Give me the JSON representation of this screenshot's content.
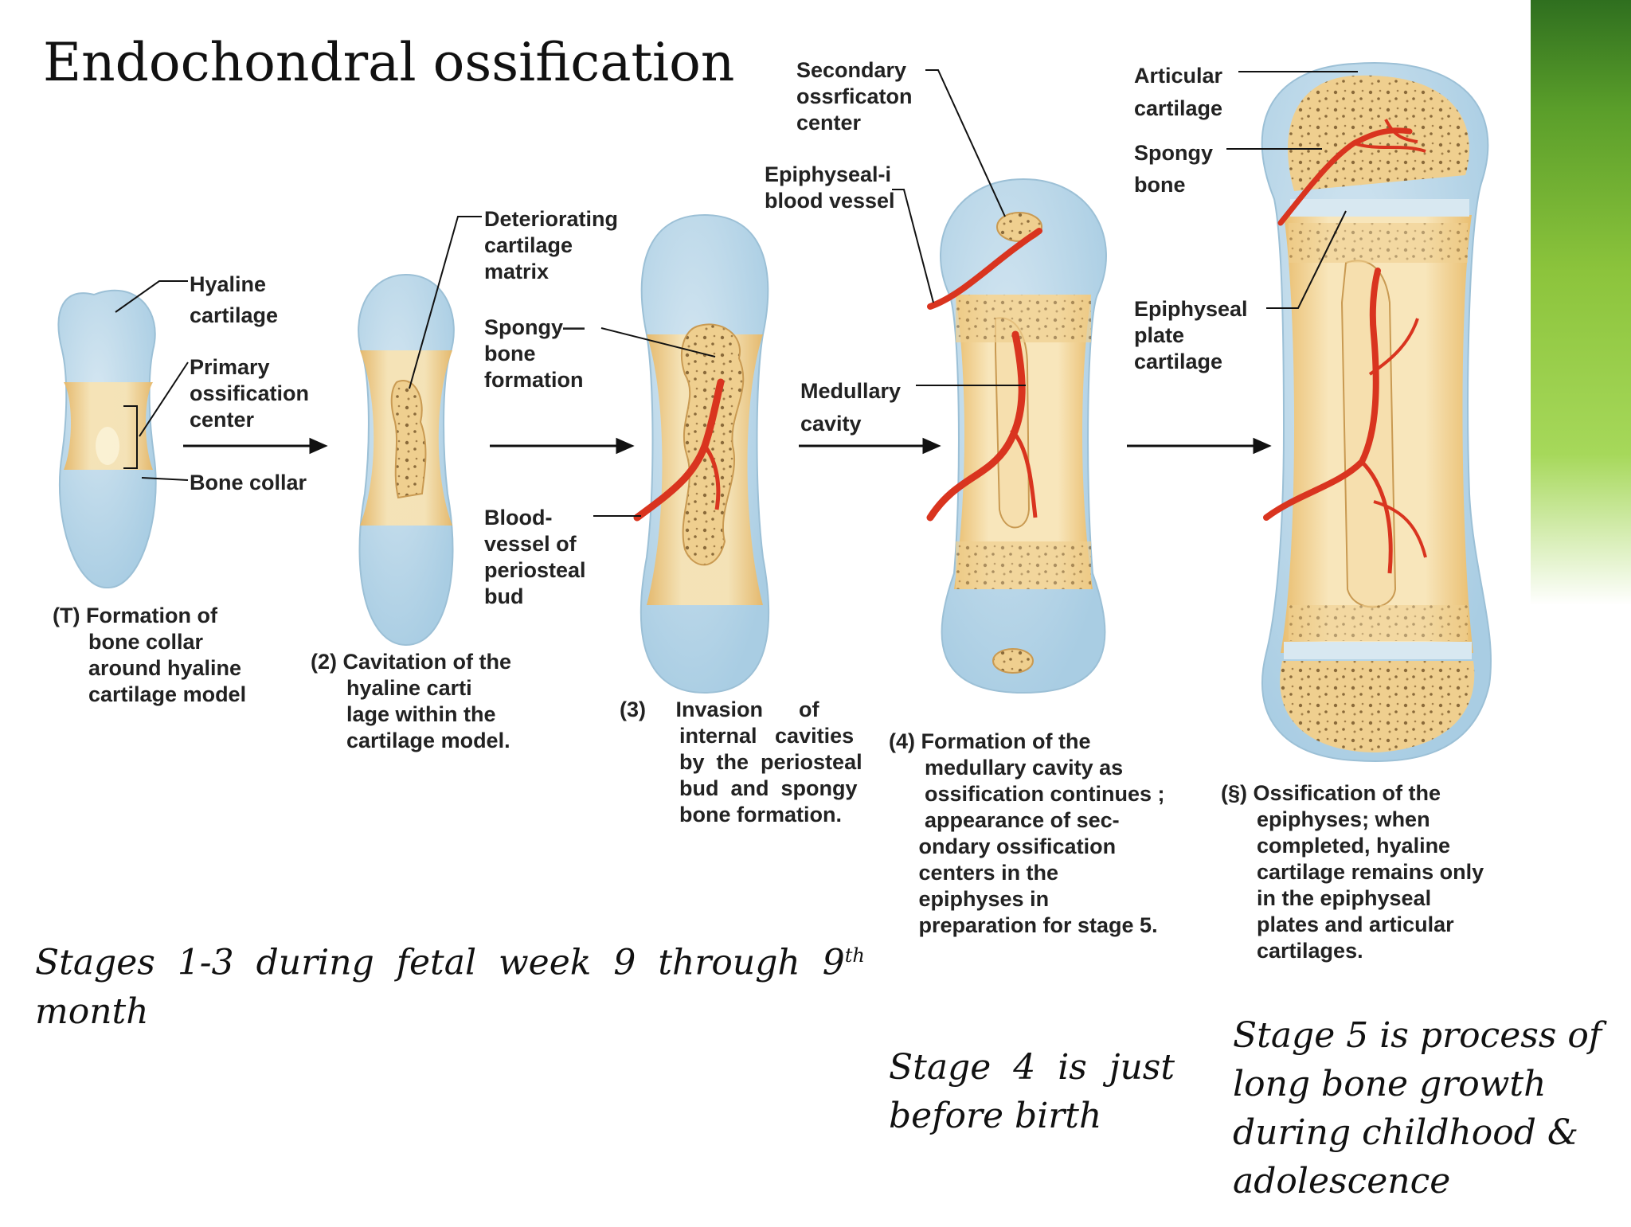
{
  "title": "Endochondral ossification",
  "labels": {
    "hyaline_cartilage": "Hyaline\ncartilage",
    "primary_ossification_center": "Primary\nossification\ncenter",
    "bone_collar": "Bone collar",
    "deteriorating_cartilage_matrix": "Deteriorating\ncartilage\nmatrix",
    "spongy_bone_formation": "Spongy—\nbone\nformation",
    "blood_vessel_periosteal_bud": "Blood-\nvessel of\nperiosteal\nbud",
    "secondary_ossification_center": "Secondary\nossrficaton\ncenter",
    "epiphyseal_blood_vessel": "Epiphyseal-i\nblood vessel",
    "medullary_cavity": "Medullary\ncavity",
    "articular_cartilage": "Articular\ncartilage",
    "spongy_bone": "Spongy\nbone",
    "epiphyseal_plate_cartilage": "Epiphyseal\nplate\ncartilage"
  },
  "captions": {
    "stage1": "(T) Formation of\n      bone collar\n      around hyaline\n      cartilage model",
    "stage2": "(2) Cavitation of the\n      hyaline carti\n      lage within the\n      cartilage model.",
    "stage3": "(3)     Invasion      of\n          internal   cavities\n          by  the  periosteal\n          bud  and  spongy\n          bone formation.",
    "stage4": "(4) Formation of the\n      medullary cavity as\n      ossification continues ;\n      appearance of sec-\n     ondary ossification\n     centers in the\n     epiphyses in\n     preparation for stage 5.",
    "stage5": "(§) Ossification of the\n      epiphyses; when\n      completed, hyaline\n      cartilage remains only\n      in the epiphyseal\n      plates and articular\n      cartilages."
  },
  "notes": {
    "stages_1_3_pre": "Stages  1-3  during  fetal  week  9  through  9",
    "stages_1_3_sup": "th",
    "stages_1_3_post": "month",
    "stage_4": "Stage  4  is  just\nbefore birth",
    "stage_5": "Stage 5 is process of\nlong bone growth\nduring childhood &\nadolescence"
  },
  "colors": {
    "cartilage": "#bcd8e8",
    "bone": "#f3d9a0",
    "vessel": "#d9341f",
    "accent_green": "#8cc43c"
  }
}
